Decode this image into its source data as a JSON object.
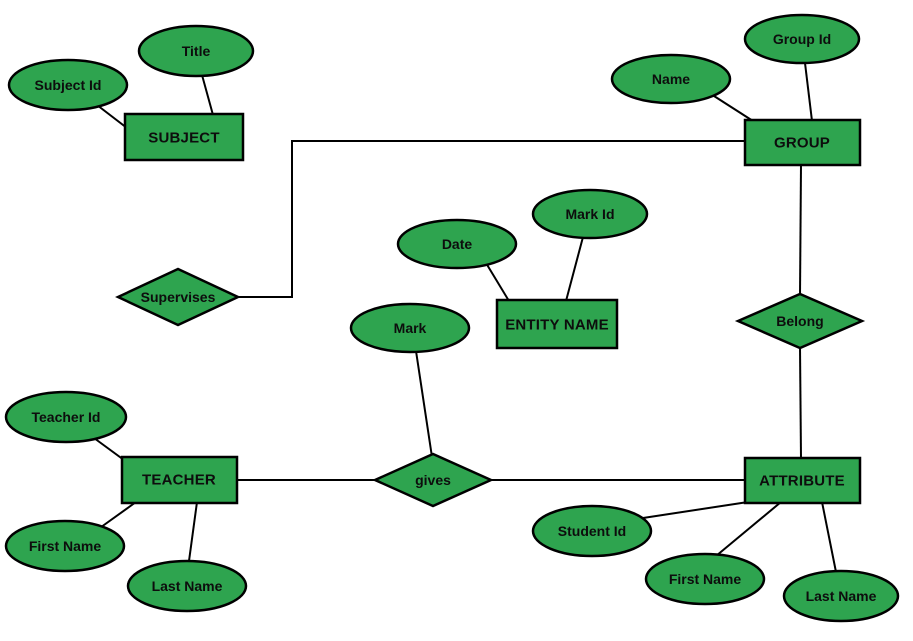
{
  "diagram": {
    "kind": "entity-relationship-diagram",
    "colors": {
      "shape_fill": "#2EA44F",
      "shape_stroke": "#000000",
      "text": "#0D0D0D",
      "background": "#FFFFFF"
    },
    "entities": [
      {
        "label": "SUBJECT"
      },
      {
        "label": "GROUP"
      },
      {
        "label": "ENTITY NAME"
      },
      {
        "label": "TEACHER"
      },
      {
        "label": "ATTRIBUTE"
      }
    ],
    "relationships": [
      {
        "label": "Supervises"
      },
      {
        "label": "Belong"
      },
      {
        "label": "gives"
      }
    ],
    "attributes": [
      {
        "label": "Title",
        "attached_to": "SUBJECT"
      },
      {
        "label": "Subject Id",
        "attached_to": "SUBJECT"
      },
      {
        "label": "Group Id",
        "attached_to": "GROUP"
      },
      {
        "label": "Name",
        "attached_to": "GROUP"
      },
      {
        "label": "Date",
        "attached_to": "ENTITY NAME"
      },
      {
        "label": "Mark Id",
        "attached_to": "ENTITY NAME"
      },
      {
        "label": "Mark",
        "attached_to": "gives"
      },
      {
        "label": "Teacher Id",
        "attached_to": "TEACHER"
      },
      {
        "label": "First Name",
        "attached_to": "TEACHER"
      },
      {
        "label": "Last Name",
        "attached_to": "TEACHER"
      },
      {
        "label": "Student Id",
        "attached_to": "ATTRIBUTE"
      },
      {
        "label": "First Name",
        "attached_to": "ATTRIBUTE"
      },
      {
        "label": "Last Name",
        "attached_to": "ATTRIBUTE"
      }
    ],
    "connections": [
      {
        "from": "Title",
        "to": "SUBJECT"
      },
      {
        "from": "Subject Id",
        "to": "SUBJECT"
      },
      {
        "from": "Group Id",
        "to": "GROUP"
      },
      {
        "from": "Name",
        "to": "GROUP"
      },
      {
        "from": "Supervises",
        "to": "GROUP"
      },
      {
        "from": "GROUP",
        "to": "Belong"
      },
      {
        "from": "Belong",
        "to": "ATTRIBUTE"
      },
      {
        "from": "Date",
        "to": "ENTITY NAME"
      },
      {
        "from": "Mark Id",
        "to": "ENTITY NAME"
      },
      {
        "from": "Mark",
        "to": "gives"
      },
      {
        "from": "TEACHER",
        "to": "gives"
      },
      {
        "from": "gives",
        "to": "ATTRIBUTE"
      },
      {
        "from": "Teacher Id",
        "to": "TEACHER"
      },
      {
        "from": "First Name",
        "to": "TEACHER"
      },
      {
        "from": "Last Name",
        "to": "TEACHER"
      },
      {
        "from": "Student Id",
        "to": "ATTRIBUTE"
      },
      {
        "from": "First Name",
        "to": "ATTRIBUTE"
      },
      {
        "from": "Last Name",
        "to": "ATTRIBUTE"
      }
    ]
  }
}
